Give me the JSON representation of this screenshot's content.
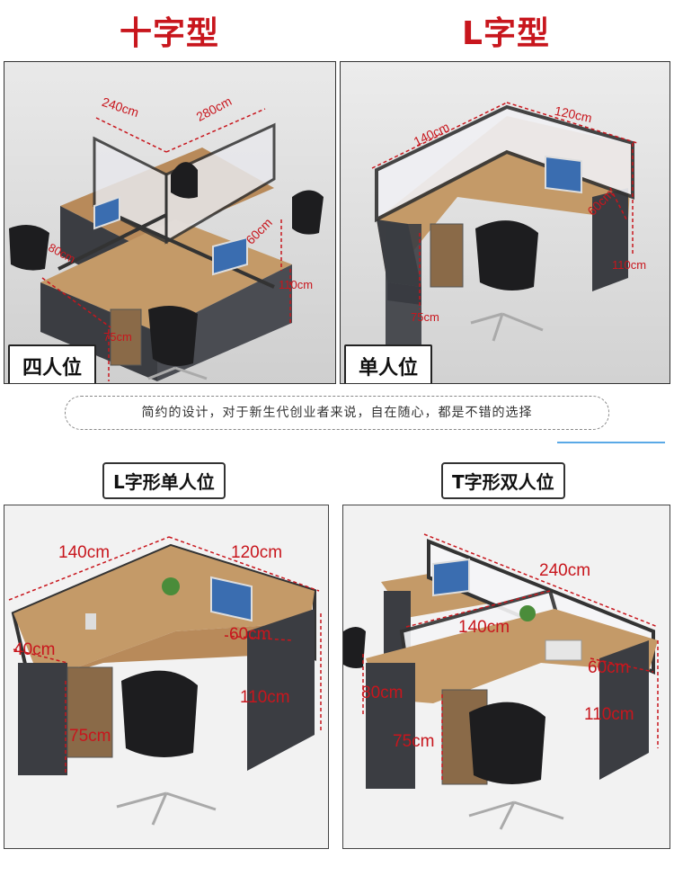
{
  "titles": {
    "cross": "十字型",
    "l_shape": "L字型"
  },
  "badges": {
    "four_person": "四人位",
    "single_person": "单人位"
  },
  "tagline": "简约的设计，对于新生代创业者来说，自在随心，都是不错的选择",
  "section_labels": {
    "l_single": "L字形单人位",
    "t_double": "T字形双人位"
  },
  "dims": {
    "p1": {
      "a": "240cm",
      "b": "280cm",
      "c": "80cm",
      "d": "60cm",
      "e": "110cm",
      "f": "75cm"
    },
    "p2": {
      "a": "140cm",
      "b": "120cm",
      "c": "60cm",
      "d": "110cm",
      "e": "75cm"
    },
    "p3": {
      "a": "140cm",
      "b": "120cm",
      "c": "40cm",
      "d": "60cm",
      "e": "110cm",
      "f": "75cm"
    },
    "p4": {
      "a": "240cm",
      "b": "140cm",
      "c": "60cm",
      "d": "80cm",
      "e": "110cm",
      "f": "75cm"
    }
  },
  "colors": {
    "accent_red": "#c8161d",
    "wood": "#b88a5a",
    "cabinet": "#3b3d42",
    "blue_line": "#5aa9e6"
  }
}
